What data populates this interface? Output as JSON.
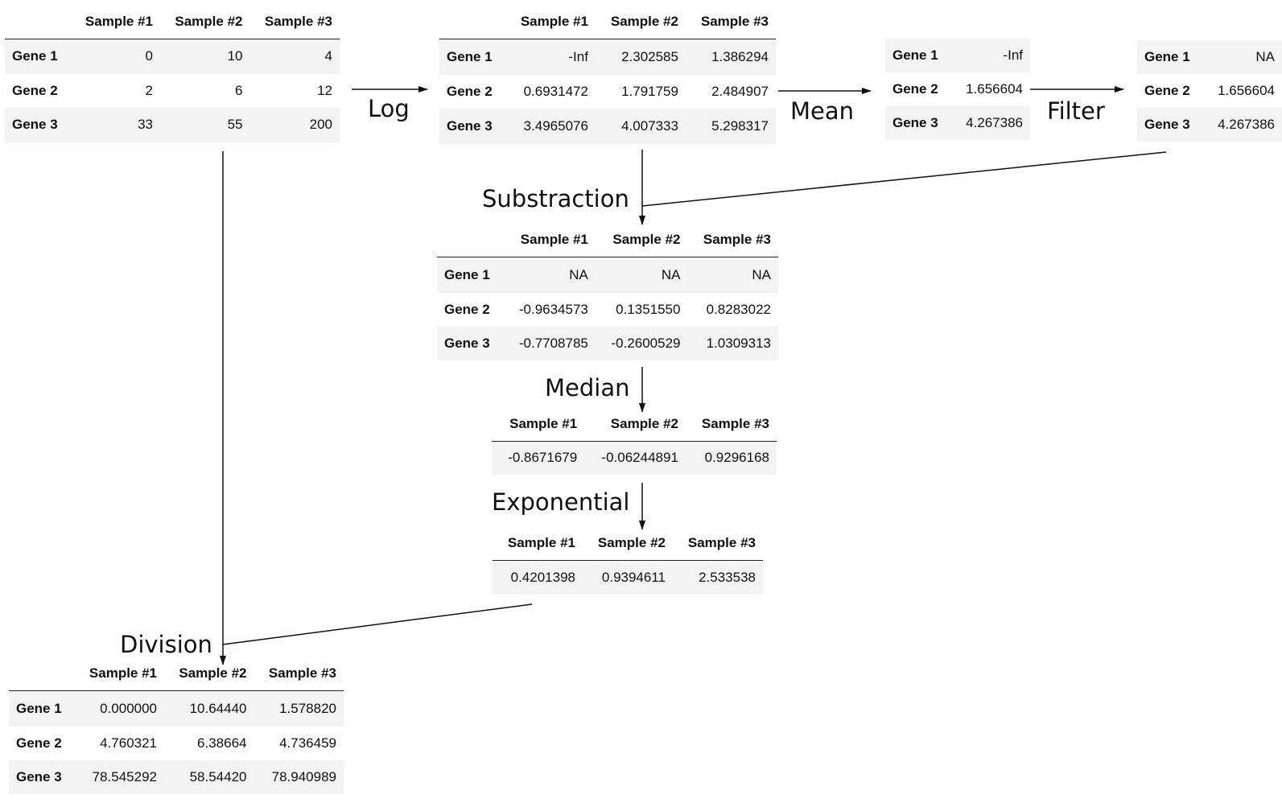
{
  "steps": {
    "log": "Log",
    "mean": "Mean",
    "filter": "Filter",
    "subtraction": "Substraction",
    "median": "Median",
    "exponential": "Exponential",
    "division": "Division"
  },
  "tables": {
    "raw": {
      "columns": [
        "Sample #1",
        "Sample #2",
        "Sample #3"
      ],
      "rows": [
        {
          "name": "Gene 1",
          "values": [
            "0",
            "10",
            "4"
          ]
        },
        {
          "name": "Gene 2",
          "values": [
            "2",
            "6",
            "12"
          ]
        },
        {
          "name": "Gene 3",
          "values": [
            "33",
            "55",
            "200"
          ]
        }
      ]
    },
    "log": {
      "columns": [
        "Sample #1",
        "Sample #2",
        "Sample #3"
      ],
      "rows": [
        {
          "name": "Gene 1",
          "values": [
            "-Inf",
            "2.302585",
            "1.386294"
          ]
        },
        {
          "name": "Gene 2",
          "values": [
            "0.6931472",
            "1.791759",
            "2.484907"
          ]
        },
        {
          "name": "Gene 3",
          "values": [
            "3.4965076",
            "4.007333",
            "5.298317"
          ]
        }
      ]
    },
    "mean": {
      "rows": [
        {
          "name": "Gene 1",
          "value": "-Inf"
        },
        {
          "name": "Gene 2",
          "value": "1.656604"
        },
        {
          "name": "Gene 3",
          "value": "4.267386"
        }
      ]
    },
    "filter": {
      "rows": [
        {
          "name": "Gene 1",
          "value": "NA"
        },
        {
          "name": "Gene 2",
          "value": "1.656604"
        },
        {
          "name": "Gene 3",
          "value": "4.267386"
        }
      ]
    },
    "subtraction": {
      "columns": [
        "Sample #1",
        "Sample #2",
        "Sample #3"
      ],
      "rows": [
        {
          "name": "Gene 1",
          "values": [
            "NA",
            "NA",
            "NA"
          ]
        },
        {
          "name": "Gene 2",
          "values": [
            "-0.9634573",
            "0.1351550",
            "0.8283022"
          ]
        },
        {
          "name": "Gene 3",
          "values": [
            "-0.7708785",
            "-0.2600529",
            "1.0309313"
          ]
        }
      ]
    },
    "median": {
      "columns": [
        "Sample #1",
        "Sample #2",
        "Sample #3"
      ],
      "values": [
        "-0.8671679",
        "-0.06244891",
        "0.9296168"
      ]
    },
    "exponential": {
      "columns": [
        "Sample #1",
        "Sample #2",
        "Sample #3"
      ],
      "values": [
        "0.4201398",
        "0.9394611",
        "2.533538"
      ]
    },
    "division": {
      "columns": [
        "Sample #1",
        "Sample #2",
        "Sample #3"
      ],
      "rows": [
        {
          "name": "Gene 1",
          "values": [
            "0.000000",
            "10.64440",
            "1.578820"
          ]
        },
        {
          "name": "Gene 2",
          "values": [
            "4.760321",
            "6.38664",
            "4.736459"
          ]
        },
        {
          "name": "Gene 3",
          "values": [
            "78.545292",
            "58.54420",
            "78.940989"
          ]
        }
      ]
    }
  }
}
